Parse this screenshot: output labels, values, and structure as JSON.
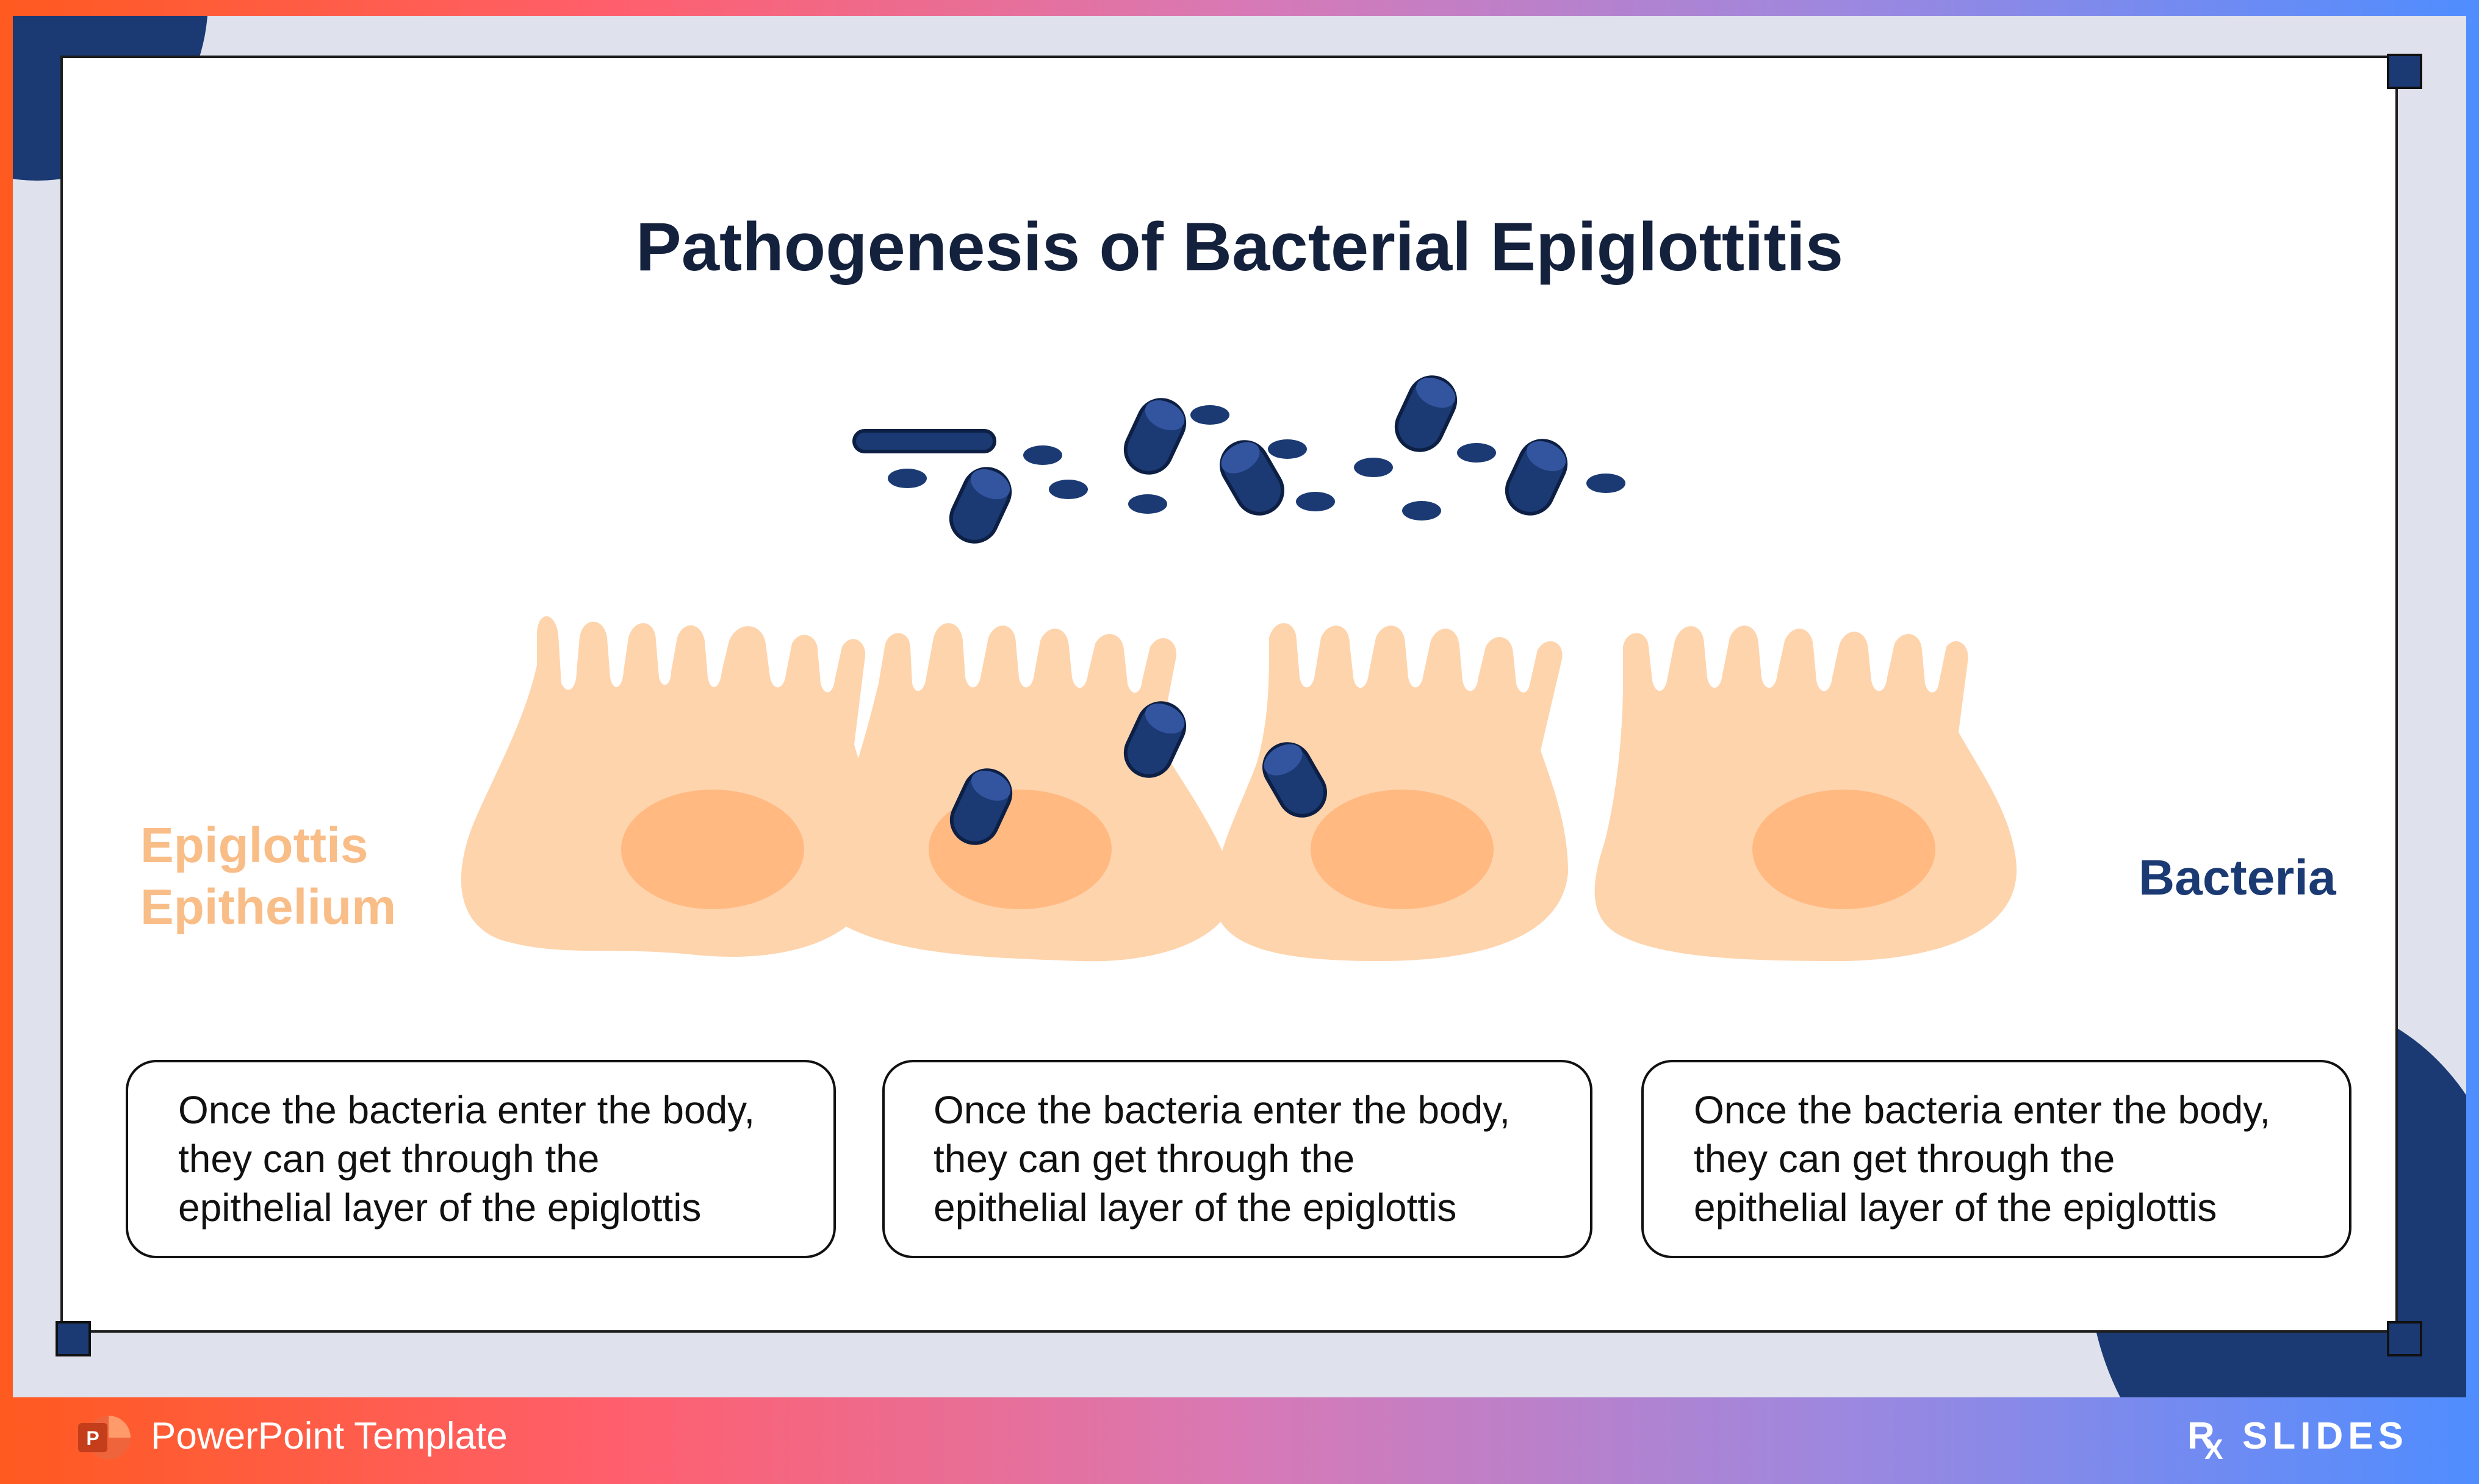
{
  "title": "Pathogenesis of Bacterial Epiglottitis",
  "labels": {
    "epithelium_line1": "Epiglottis",
    "epithelium_line2": "Epithelium",
    "bacteria": "Bacteria"
  },
  "boxes": [
    {
      "line1": "Once the bacteria enter the body,",
      "line2": "they can get through the",
      "line3": "epithelial layer of the epiglottis"
    },
    {
      "line1": "Once the bacteria enter the body,",
      "line2": "they can get through the",
      "line3": "epithelial layer of the epiglottis"
    },
    {
      "line1": "Once the bacteria enter the body,",
      "line2": "they can get through the",
      "line3": "epithelial layer of the epiglottis"
    }
  ],
  "footer": {
    "template_label": "PowerPoint Template",
    "brand_rx": "R",
    "brand_x": "X",
    "brand_name": "SLIDES",
    "app_icon_letter": "P"
  },
  "colors": {
    "navy": "#1b3a73",
    "cell": "#fed4ad",
    "nucleus": "#ffb981",
    "epithelium_label": "#f9bd88",
    "title": "#14213d"
  },
  "icons": [
    "powerpoint-icon",
    "rx-slides-logo"
  ]
}
